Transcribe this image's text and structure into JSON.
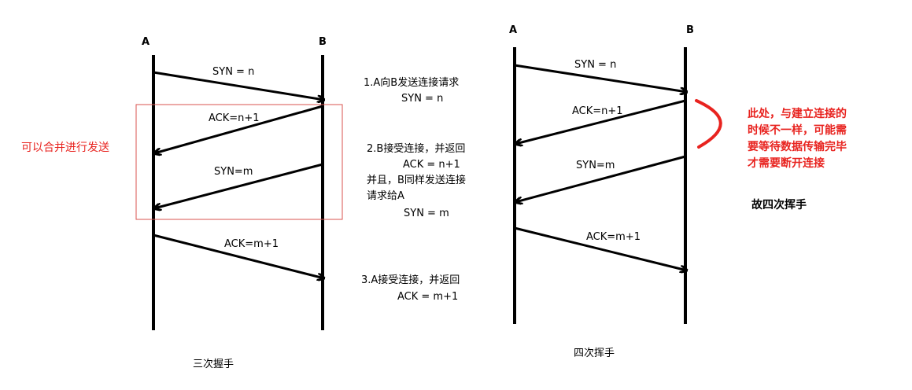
{
  "three_way": {
    "node_a": "A",
    "node_b": "B",
    "msg_syn_n": "SYN = n",
    "msg_ack_n1": "ACK=n+1",
    "msg_syn_m": "SYN=m",
    "msg_ack_m1": "ACK=m+1",
    "merge_note": "可以合并进行发送",
    "caption": "三次握手",
    "steps": {
      "s1_l1": "1.A向B发送连接请求",
      "s1_l2": "SYN = n",
      "s2_l1": "2.B接受连接，并返回",
      "s2_l2": "ACK = n+1",
      "s2_l3": "并且，B同样发送连接",
      "s2_l4": "请求给A",
      "s2_l5": "SYN = m",
      "s3_l1": "3.A接受连接，并返回",
      "s3_l2": "ACK = m+1"
    }
  },
  "four_way": {
    "node_a": "A",
    "node_b": "B",
    "msg_syn_n": "SYN = n",
    "msg_ack_n1": "ACK=n+1",
    "msg_syn_m": "SYN=m",
    "msg_ack_m1": "ACK=m+1",
    "red_note_l1": "此处，与建立连接的",
    "red_note_l2": "时候不一样，可能需",
    "red_note_l3": "要等待数据传输完毕",
    "red_note_l4": "才需要断开连接",
    "conclusion": "故四次挥手",
    "caption": "四次挥手"
  },
  "colors": {
    "line": "#000000",
    "accent_red": "#e8231f",
    "box_red": "#d9534f"
  }
}
